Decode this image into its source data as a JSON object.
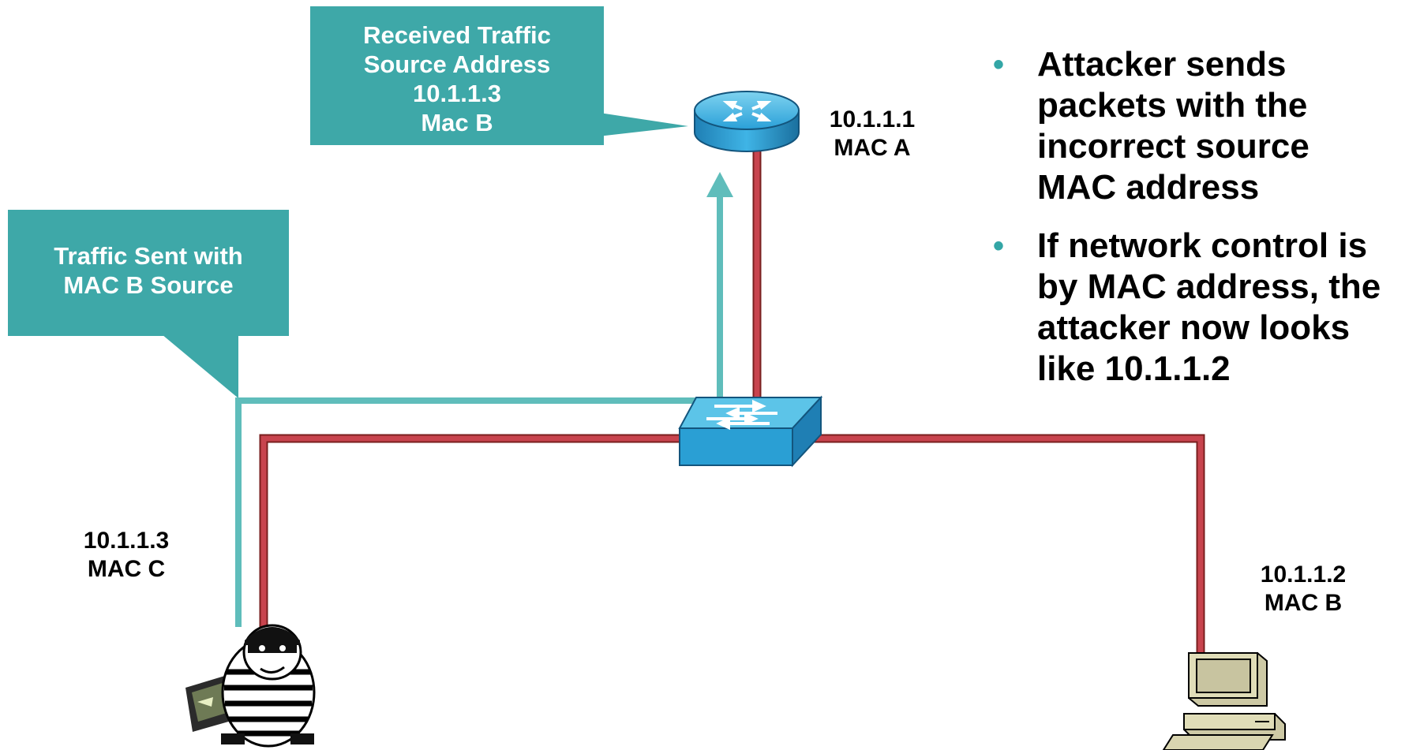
{
  "callouts": {
    "received": [
      "Received Traffic",
      "Source Address",
      "10.1.1.3",
      "Mac B"
    ],
    "sent": [
      "Traffic Sent with",
      "MAC B Source"
    ]
  },
  "nodes": {
    "router": {
      "ip": "10.1.1.1",
      "mac": "MAC A"
    },
    "attacker": {
      "ip": "10.1.1.3",
      "mac": "MAC C"
    },
    "victim": {
      "ip": "10.1.1.2",
      "mac": "MAC B"
    }
  },
  "bullets": [
    "Attacker sends packets with the incorrect source MAC address",
    "If network control is by MAC address, the attacker now looks like 10.1.1.2"
  ],
  "colors": {
    "callout": "#3ea8a8",
    "traffic_path": "#5fbdbb",
    "link": "#c0392b",
    "device": "#29a3d6"
  },
  "icons": [
    "router-icon",
    "switch-icon",
    "attacker-icon",
    "workstation-icon"
  ]
}
